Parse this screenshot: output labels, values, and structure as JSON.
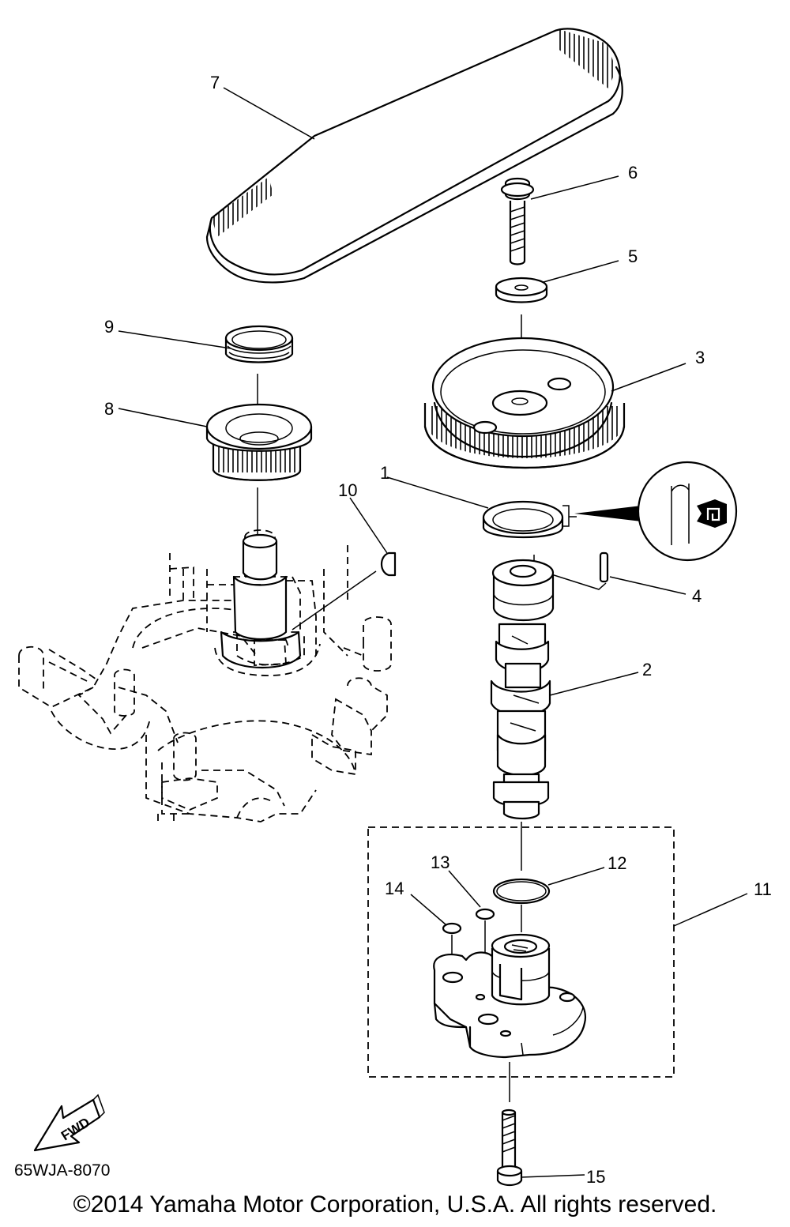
{
  "diagram": {
    "callouts": [
      {
        "id": "1",
        "text": "1"
      },
      {
        "id": "2",
        "text": "2"
      },
      {
        "id": "3",
        "text": "3"
      },
      {
        "id": "4",
        "text": "4"
      },
      {
        "id": "5",
        "text": "5"
      },
      {
        "id": "6",
        "text": "6"
      },
      {
        "id": "7",
        "text": "7"
      },
      {
        "id": "8",
        "text": "8"
      },
      {
        "id": "9",
        "text": "9"
      },
      {
        "id": "10",
        "text": "10"
      },
      {
        "id": "11",
        "text": "11"
      },
      {
        "id": "12",
        "text": "12"
      },
      {
        "id": "13",
        "text": "13"
      },
      {
        "id": "14",
        "text": "14"
      },
      {
        "id": "15",
        "text": "15"
      }
    ],
    "fwd_label": "FWD",
    "drawing_code": "65WJA-8070",
    "copyright": "©2014 Yamaha Motor Corporation, U.S.A. All rights reserved."
  }
}
